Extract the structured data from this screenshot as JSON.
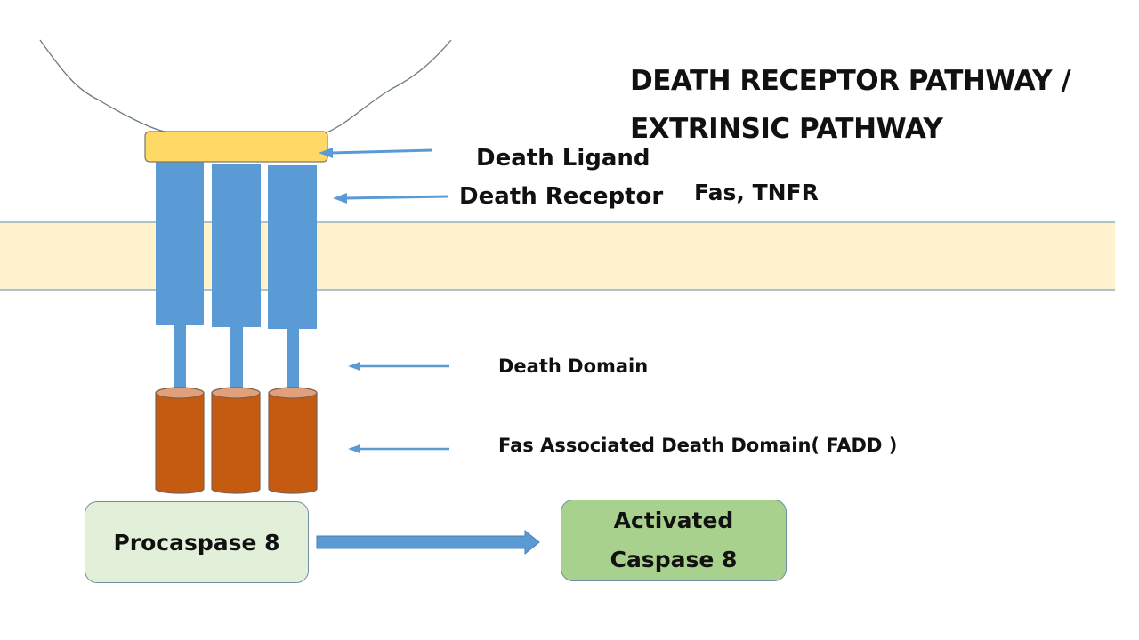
{
  "title": {
    "line1": "DEATH RECEPTOR PATHWAY /",
    "line2": "EXTRINSIC PATHWAY"
  },
  "labels": {
    "death_ligand": "Death Ligand",
    "death_receptor": "Death Receptor",
    "receptor_examples": "Fas, TNFR",
    "death_domain": "Death Domain",
    "fadd": "Fas Associated Death Domain( FADD )"
  },
  "boxes": {
    "procaspase": "Procaspase 8",
    "activated_line1": "Activated",
    "activated_line2": "Caspase 8"
  },
  "colors": {
    "ligand": "#ffd966",
    "receptor": "#5b9bd5",
    "fadd": "#c55a11",
    "fadd_top": "#e0a07a",
    "membrane": "#fff2cc",
    "procaspase_box": "#e2f0d9",
    "activated_box": "#a9d18e",
    "arrow": "#5b9bd5"
  }
}
